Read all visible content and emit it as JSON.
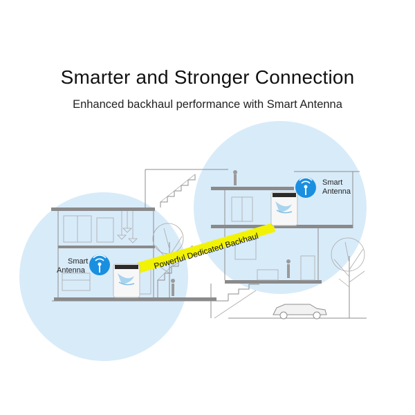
{
  "header": {
    "title": "Smarter and Stronger Connection",
    "subtitle": "Enhanced backhaul performance with Smart Antenna"
  },
  "labels": {
    "left_antenna_line1": "Smart",
    "left_antenna_line2": "Antenna",
    "right_antenna_line1": "Smart",
    "right_antenna_line2": "Antenna",
    "backhaul": "Powerful Dedicated Backhaul"
  },
  "colors": {
    "coverage": "#cfe6f7",
    "antenna_badge": "#1a8fe0",
    "backhaul_band": "#f2f205"
  },
  "icons": [
    "wifi-antenna-icon",
    "mesh-router-icon",
    "car-icon",
    "tree-icon"
  ]
}
